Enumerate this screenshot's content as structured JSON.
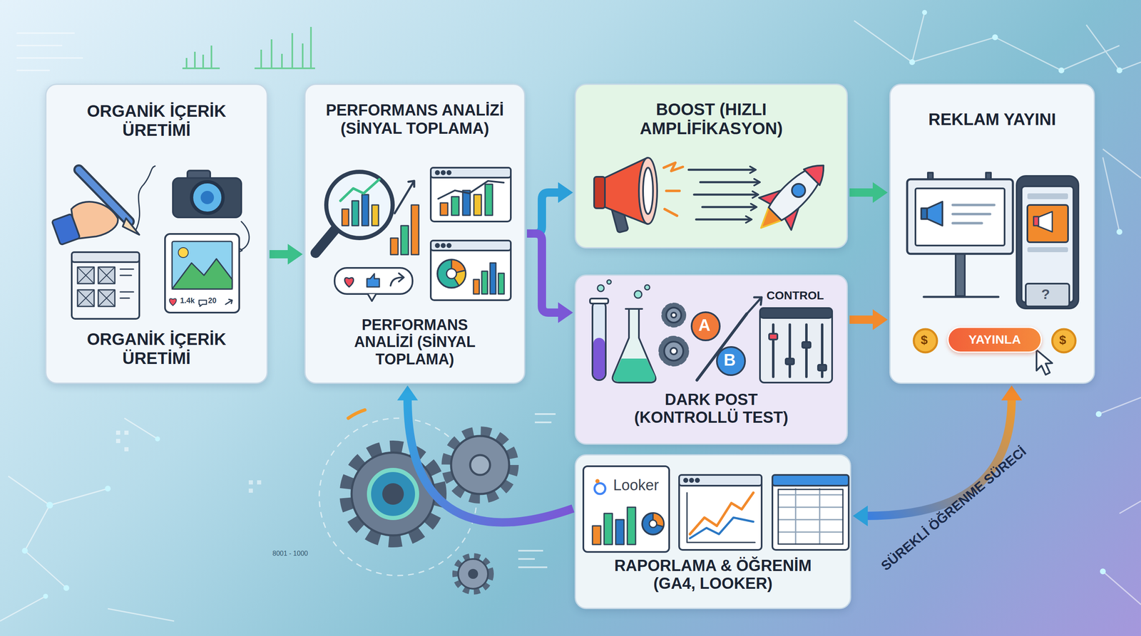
{
  "diagram": {
    "nodes": [
      {
        "text": [
          "ORGANİK İÇERİK ÜRETİMİ",
          "ORGANİK İÇERİK ÜRETİMİ"
        ]
      },
      {
        "text": [
          "PERFORMANS ANALİZİ (SİNYAL TOPLAMA)",
          "PERFORMANS ANALİZİ (SİNYAL TOPLAMA)"
        ]
      },
      {
        "text": [
          "BOOST (HIZLI AMPLİFİKASYON)"
        ]
      },
      {
        "text": [
          "REKLAM YAYINI"
        ]
      },
      {
        "text": [
          "YAYINLA"
        ],
        "in": 3
      },
      {
        "text": [
          "DARK POST (KONTROLLÜ TEST)"
        ]
      },
      {
        "text": [
          "RAPORLAMA & ÖĞRENİM (GA4, LOOKER)"
        ]
      }
    ],
    "edges": [
      {
        "from": 0,
        "to": 1,
        "arrow": "to"
      },
      {
        "from": 1,
        "to": 2,
        "arrow": "to"
      },
      {
        "from": 1,
        "to": 5,
        "arrow": "to"
      },
      {
        "from": 2,
        "to": 3,
        "arrow": "to"
      },
      {
        "from": 5,
        "to": 3,
        "arrow": "to"
      },
      {
        "from": 6,
        "to": 3,
        "label": "SÜREKLİ ÖĞRENME SÜRECİ",
        "arrow": "both"
      },
      {
        "from": 6,
        "to": 1,
        "arrow": "to"
      }
    ],
    "labels": [
      "1.4k",
      "20",
      "CONTROL",
      "A",
      "B",
      "Looker",
      "?",
      "$",
      "$",
      "8001 - 1000"
    ]
  }
}
